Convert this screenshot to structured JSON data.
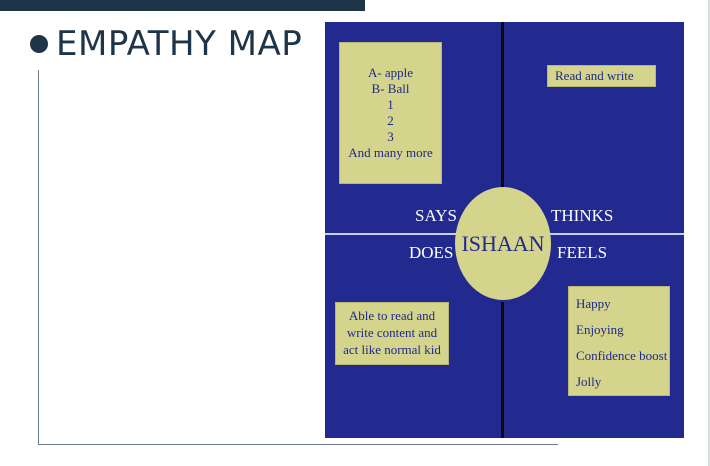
{
  "title": "EMPATHY MAP",
  "center": "ISHAAN",
  "quadrants": {
    "says": "SAYS",
    "thinks": "THINKS",
    "does": "DOES",
    "feels": "FEELS"
  },
  "notes": {
    "says": [
      "A- apple",
      "B- Ball",
      "1",
      "2",
      "3",
      "And many more"
    ],
    "thinks": [
      "Read and write"
    ],
    "does": [
      "Able to read and",
      "write content and",
      "act like normal kid"
    ],
    "feels": [
      "Happy",
      "Enjoying",
      "Confidence boost",
      "Jolly"
    ]
  },
  "colors": {
    "background": "#22298f",
    "note": "#d4d48c",
    "title": "#1e3448"
  }
}
